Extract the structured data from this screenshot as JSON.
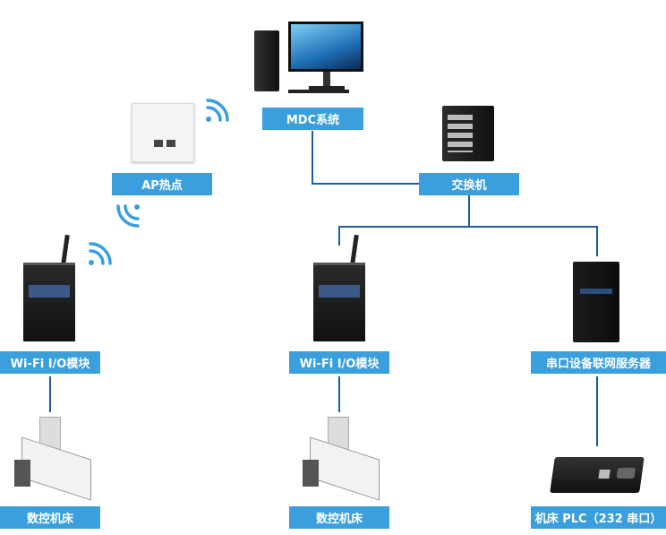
{
  "nodes": {
    "mdc": "MDC系统",
    "ap": "AP热点",
    "switch": "交换机",
    "wifi_io_left": "Wi-Fi I/O模块",
    "wifi_io_mid": "Wi-Fi I/O模块",
    "serial_server": "串口设备联网服务器",
    "cnc_left": "数控机床",
    "cnc_mid": "数控机床",
    "plc": "机床 PLC（232 串口）"
  },
  "colors": {
    "label_bg": "#3a9fdc",
    "line": "#1a5fa0"
  }
}
